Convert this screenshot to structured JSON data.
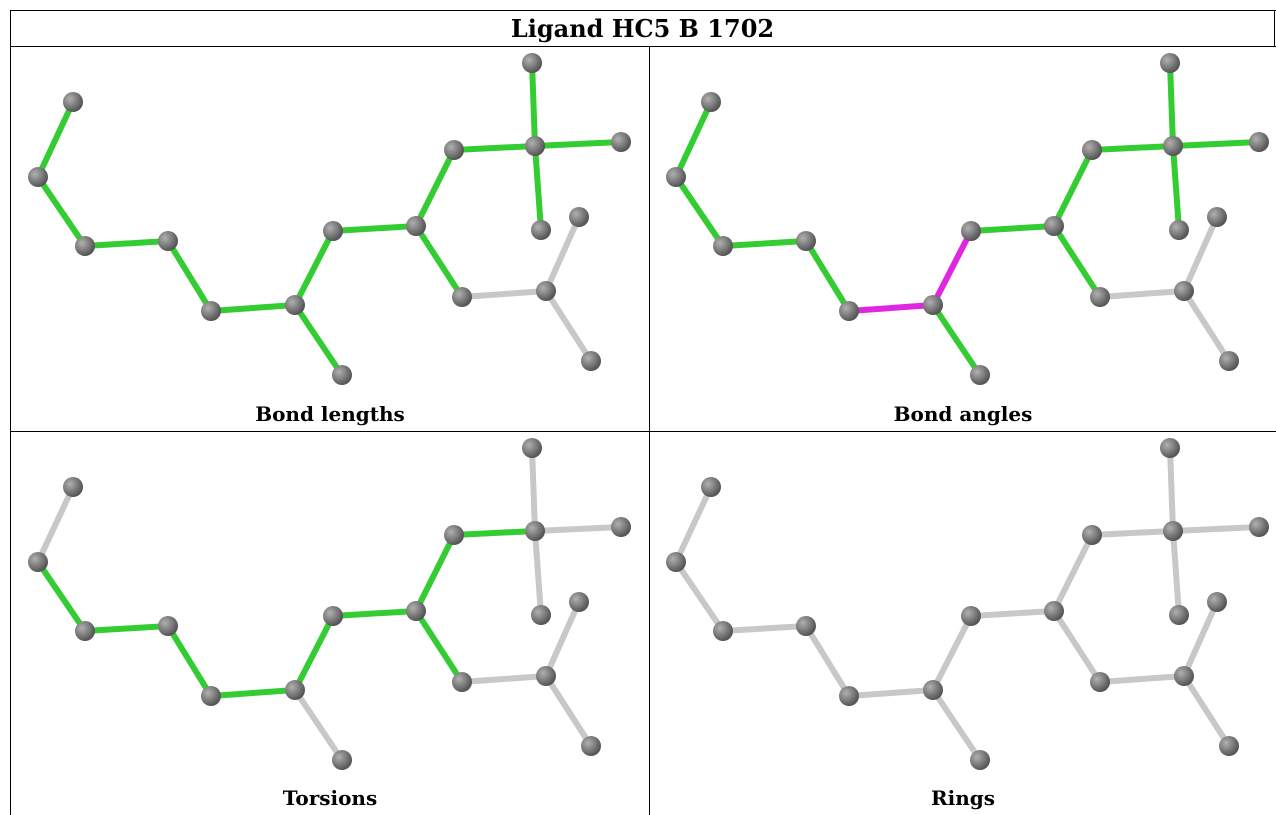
{
  "header": {
    "title": "Ligand HC5 B 1702"
  },
  "panels": [
    {
      "caption": "Bond lengths"
    },
    {
      "caption": "Bond angles"
    },
    {
      "caption": "Torsions"
    },
    {
      "caption": "Rings"
    }
  ],
  "colors": {
    "highlight_green": "#33cc33",
    "highlight_magenta": "#e026e0",
    "bond_default": "#c8c8c8",
    "atom": "#808080"
  }
}
